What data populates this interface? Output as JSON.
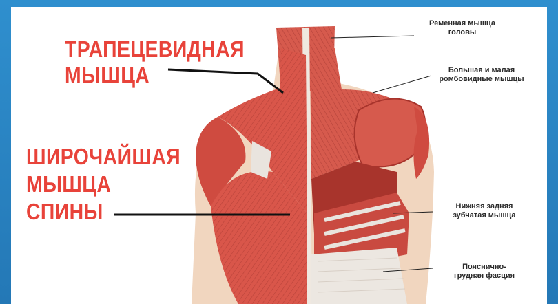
{
  "labels": {
    "trapezius_line1": "ТРАПЕЦЕВИДНАЯ",
    "trapezius_line2": "МЫШЦА",
    "latissimus_line1": "ШИРОЧАЙШАЯ",
    "latissimus_line2": "МЫШЦА",
    "latissimus_line3": "СПИНЫ",
    "splenius_line1": "Ременная мышца",
    "splenius_line2": "головы",
    "rhomboid_line1": "Большая и малая",
    "rhomboid_line2": "ромбовидные мышцы",
    "serratus_line1": "Нижняя задняя",
    "serratus_line2": "зубчатая мышца",
    "fascia_line1": "Пояснично-",
    "fascia_line2": "грудная фасция"
  },
  "colors": {
    "frame": "#2a86c4",
    "label_red": "#e8433a",
    "muscle": "#d9564a",
    "muscle_dark": "#a8342c",
    "tendon": "#e9e4de",
    "skin": "#f1d6bf"
  }
}
